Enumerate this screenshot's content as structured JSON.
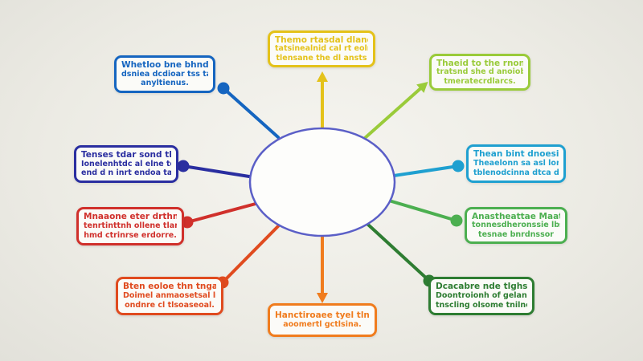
{
  "diagram": {
    "type": "mind-map",
    "center": {
      "label": "",
      "border_color": "#5b5fc7"
    },
    "nodes": [
      {
        "id": "top",
        "color": "#e4c21a",
        "lines": [
          "Themo rtasdal dlanen",
          "tatsinealnid cal rt eolnsy",
          "tlensane the dl ansts"
        ]
      },
      {
        "id": "upper-right",
        "color": "#9acb3a",
        "lines": [
          "Thaeid to the rnonbes",
          "tratsnd she d anoiobons",
          "tmeratecrdlarcs."
        ]
      },
      {
        "id": "right",
        "color": "#1fa0d0",
        "lines": [
          "Thean bint dnoesitme",
          "Theaelonn sa asl lorts",
          "tblenodcinna dtca dl."
        ]
      },
      {
        "id": "lower-right",
        "color": "#4caf50",
        "lines": [
          "Anastheattae Maatang",
          "tonnesdheronssie lbstt",
          "tesnae bnrdnssor"
        ]
      },
      {
        "id": "bottom-right",
        "color": "#2e7d32",
        "lines": [
          "Dcacabre nde tlghs",
          "Doontroionh of gelang",
          "tnscling olsome tnilnee."
        ]
      },
      {
        "id": "bottom",
        "color": "#f07c1e",
        "lines": [
          "Hanctiroaee tyel tlnde",
          "aoomertl gctlsina."
        ]
      },
      {
        "id": "bottom-left",
        "color": "#e04b1f",
        "lines": [
          "Bten eoloe thn tngat",
          "Doimel anmaosetsal lnec",
          "ondnre cl tlsoaseoal."
        ]
      },
      {
        "id": "lower-left",
        "color": "#d0302b",
        "lines": [
          "Mnaaone eter drthna",
          "tenrtinttnh ollene tlans",
          "hmd ctrinrse erdorre."
        ]
      },
      {
        "id": "left",
        "color": "#2a2ea0",
        "lines": [
          "Tenses tdar sond thsed",
          "Ionelenhtdc al elne toans",
          "end d n inrt endoa tanro."
        ]
      },
      {
        "id": "upper-left",
        "color": "#1565c0",
        "lines": [
          "Whetloo bne bhnde",
          "dsniea dcdioar tss taisieoor",
          "anyltienus."
        ]
      }
    ]
  }
}
